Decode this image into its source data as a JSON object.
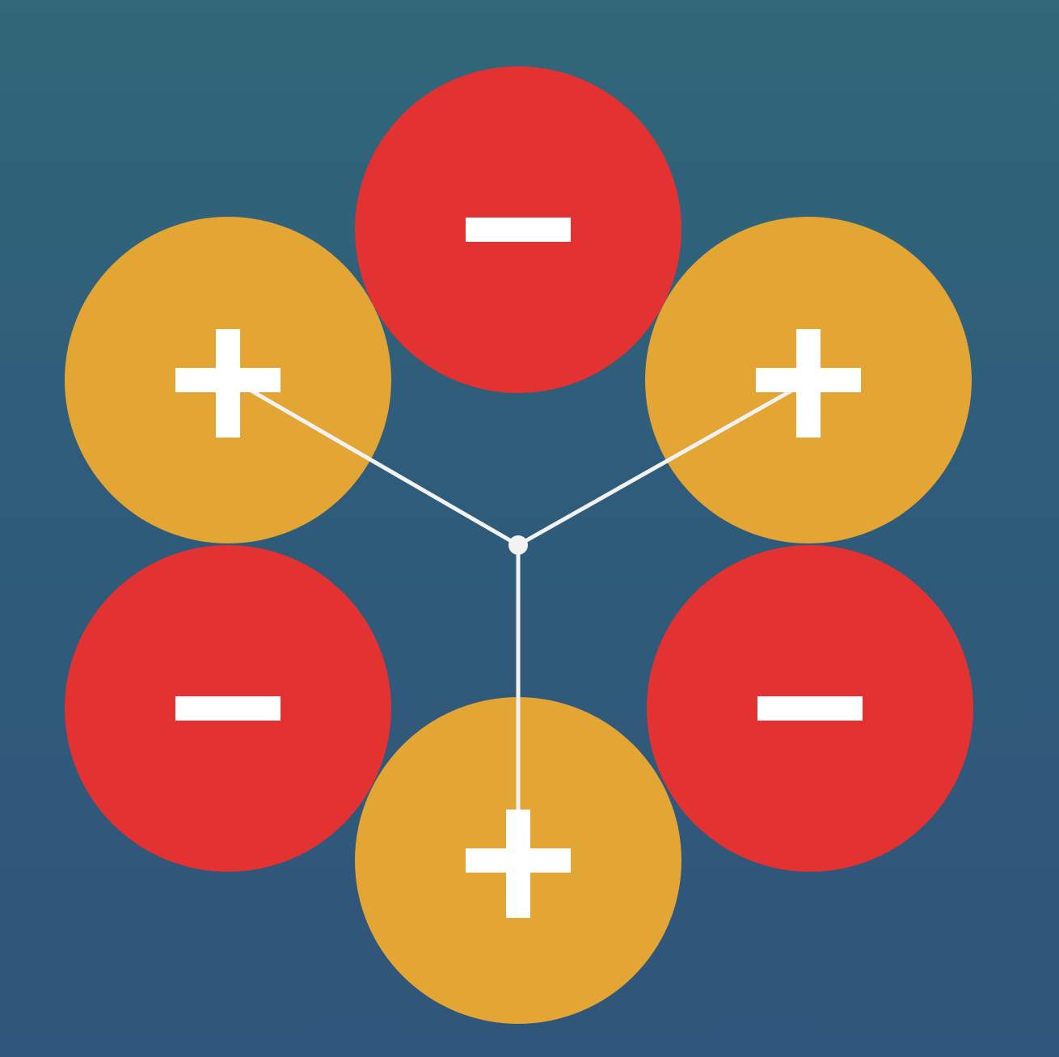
{
  "colors": {
    "background": "#30597a",
    "positive": "#e3a534",
    "negative": "#e23232",
    "symbol": "#ffffff",
    "connector": "#f2f2f2"
  },
  "charges": [
    {
      "id": "top",
      "sign": "negative"
    },
    {
      "id": "upper-left",
      "sign": "positive"
    },
    {
      "id": "upper-right",
      "sign": "positive"
    },
    {
      "id": "lower-left",
      "sign": "negative"
    },
    {
      "id": "lower-right",
      "sign": "negative"
    },
    {
      "id": "bottom",
      "sign": "positive"
    }
  ],
  "connectors": {
    "from": "center",
    "to": [
      "upper-left",
      "upper-right",
      "bottom"
    ]
  }
}
